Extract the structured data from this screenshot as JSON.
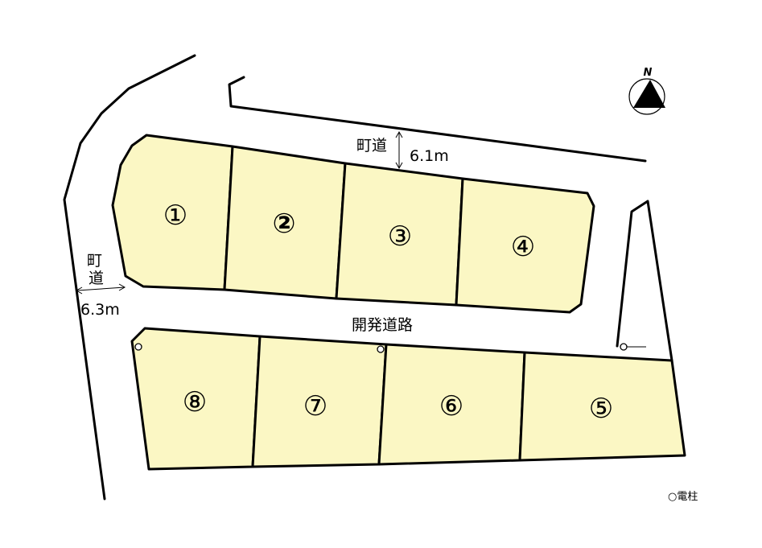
{
  "compass": {
    "label": "N"
  },
  "lots": [
    {
      "id": "1",
      "label": "①",
      "highlighted": false
    },
    {
      "id": "2",
      "label": "②",
      "highlighted": true
    },
    {
      "id": "3",
      "label": "③",
      "highlighted": false
    },
    {
      "id": "4",
      "label": "④",
      "highlighted": false
    },
    {
      "id": "5",
      "label": "⑤",
      "highlighted": false
    },
    {
      "id": "6",
      "label": "⑥",
      "highlighted": false
    },
    {
      "id": "7",
      "label": "⑦",
      "highlighted": false
    },
    {
      "id": "8",
      "label": "⑧",
      "highlighted": false
    }
  ],
  "roads": {
    "north": {
      "name": "町道",
      "width": "6.1m"
    },
    "west": {
      "name_line1": "町",
      "name_line2": "道",
      "width": "6.3m"
    },
    "development": {
      "name": "開発道路"
    }
  },
  "legend": {
    "utility_pole": "○電柱"
  },
  "colors": {
    "lot_fill": "#fbf7c4",
    "outline": "#000000"
  }
}
